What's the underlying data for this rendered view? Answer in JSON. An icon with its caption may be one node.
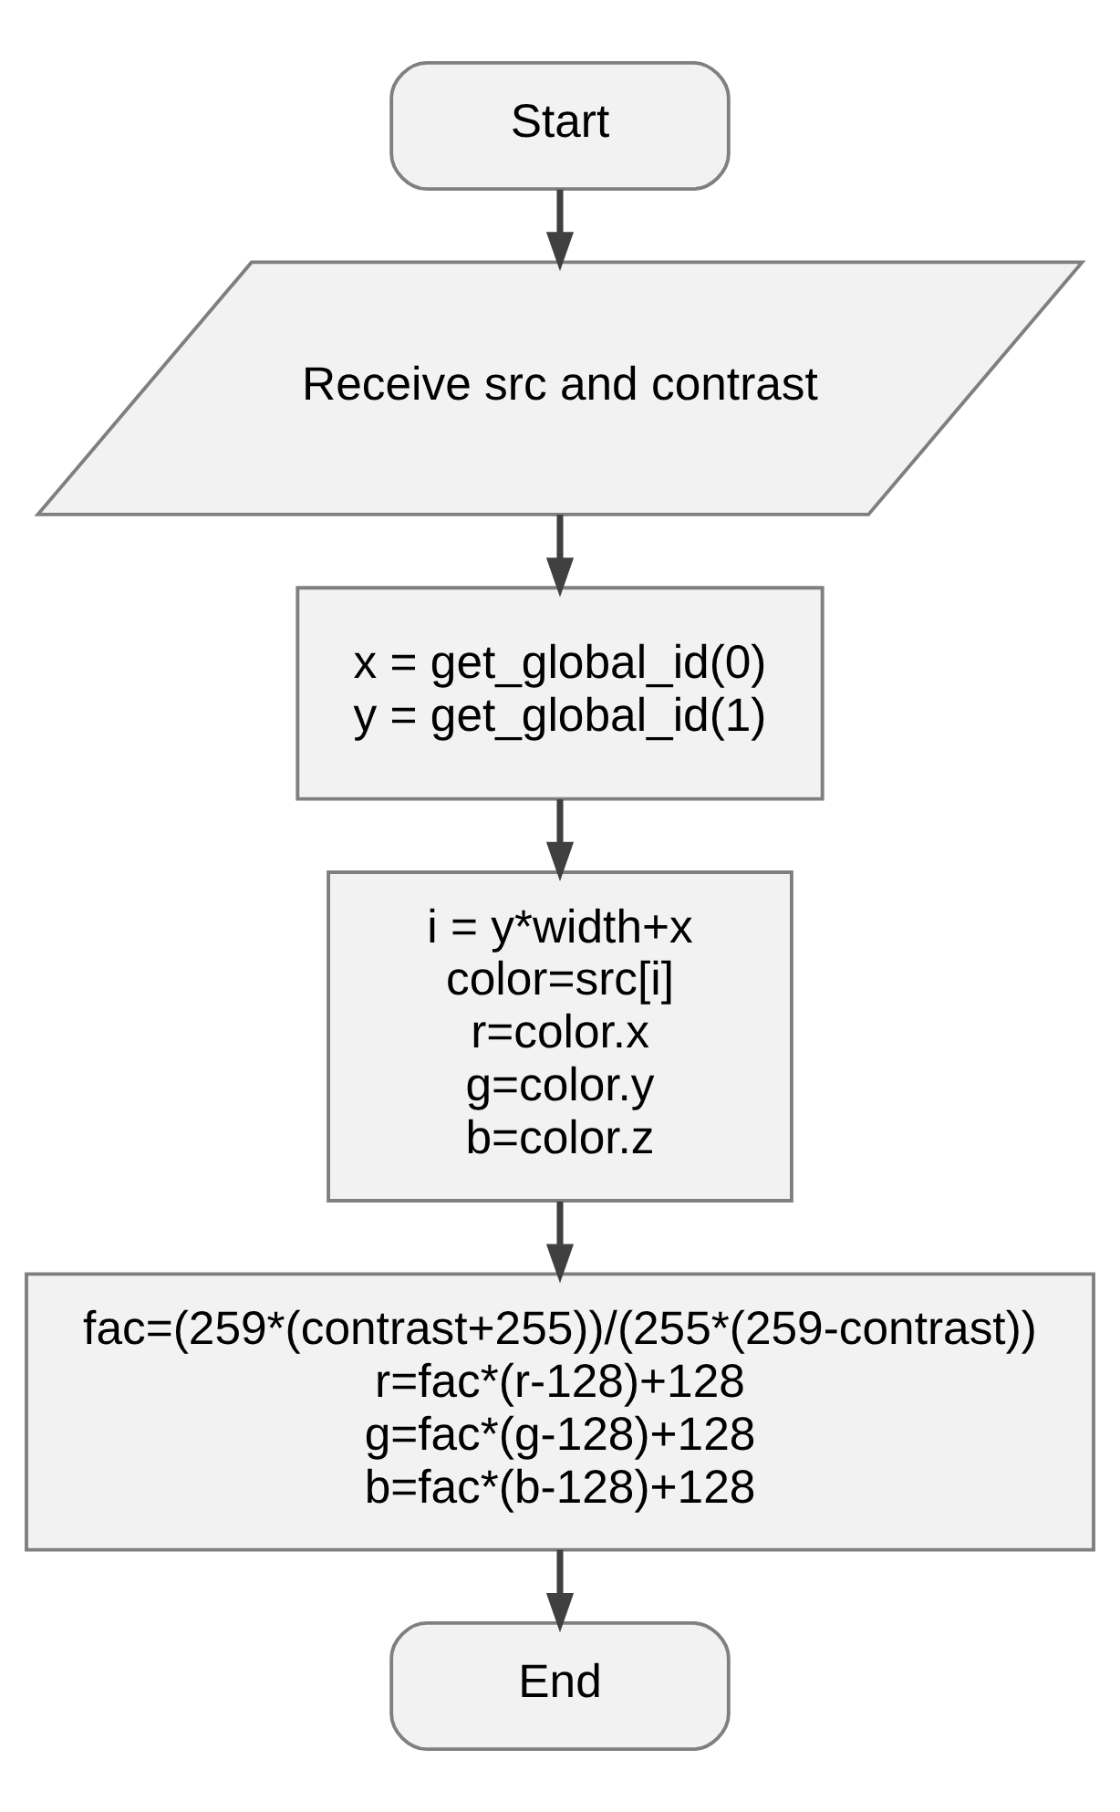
{
  "diagram": {
    "nodes": [
      {
        "text": [
          "Start"
        ]
      },
      {
        "text": [
          "Receive src and contrast"
        ]
      },
      {
        "text": [
          "x = get_global_id(0)",
          "y = get_global_id(1)"
        ]
      },
      {
        "text": [
          "i = y*width+x",
          "color=src[i]",
          "r=color.x",
          "g=color.y",
          "b=color.z"
        ]
      },
      {
        "text": [
          "fac=(259*(contrast+255))/(255*(259-contrast))",
          "r=fac*(r-128)+128",
          "g=fac*(g-128)+128",
          "b=fac*(b-128)+128"
        ]
      },
      {
        "text": [
          "End"
        ]
      }
    ],
    "edges": [
      {
        "from": 0,
        "to": 1,
        "arrow": "to"
      },
      {
        "from": 1,
        "to": 2,
        "arrow": "to"
      },
      {
        "from": 2,
        "to": 3,
        "arrow": "to"
      },
      {
        "from": 3,
        "to": 4,
        "arrow": "to"
      },
      {
        "from": 4,
        "to": 5,
        "arrow": "to"
      }
    ]
  }
}
